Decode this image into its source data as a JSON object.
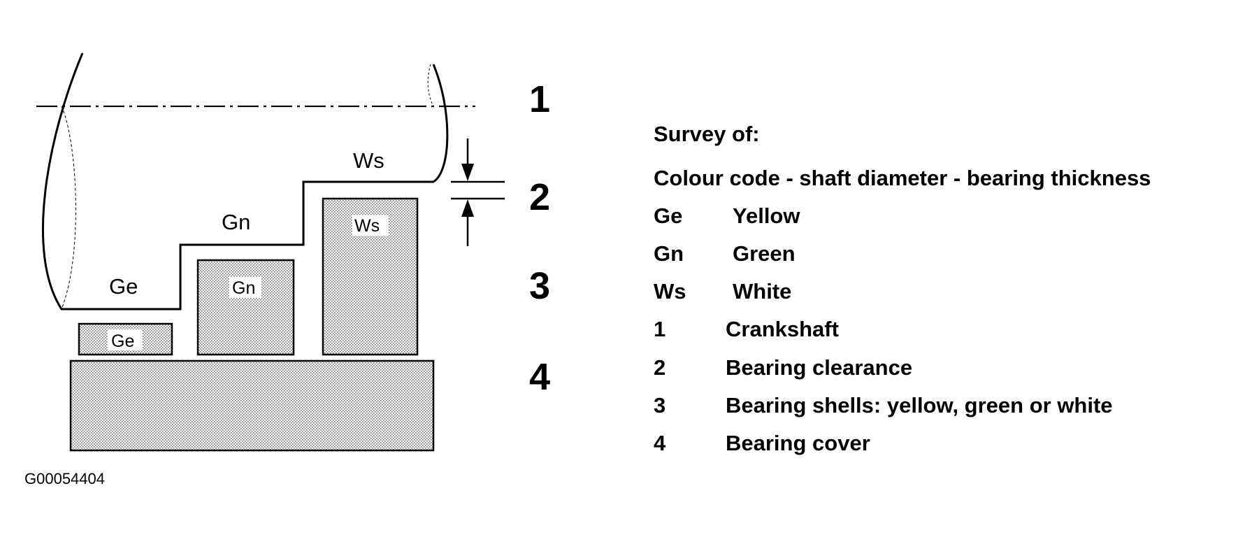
{
  "diagram": {
    "labels": {
      "step_ge": "Ge",
      "step_gn": "Gn",
      "step_ws": "Ws",
      "shell_ge": "Ge",
      "shell_gn": "Gn",
      "shell_ws": "Ws"
    },
    "callouts": [
      "1",
      "2",
      "3",
      "4"
    ],
    "figure_id": "G00054404"
  },
  "legend": {
    "heading": "Survey of:",
    "subheading": "Colour code - shaft diameter - bearing thickness",
    "codes": [
      {
        "code": "Ge",
        "color": "Yellow"
      },
      {
        "code": "Gn",
        "color": "Green"
      },
      {
        "code": "Ws",
        "color": "White"
      }
    ],
    "items": [
      {
        "num": "1",
        "label": "Crankshaft"
      },
      {
        "num": "2",
        "label": "Bearing clearance"
      },
      {
        "num": "3",
        "label": "Bearing shells: yellow, green or white"
      },
      {
        "num": "4",
        "label": "Bearing cover"
      }
    ]
  }
}
